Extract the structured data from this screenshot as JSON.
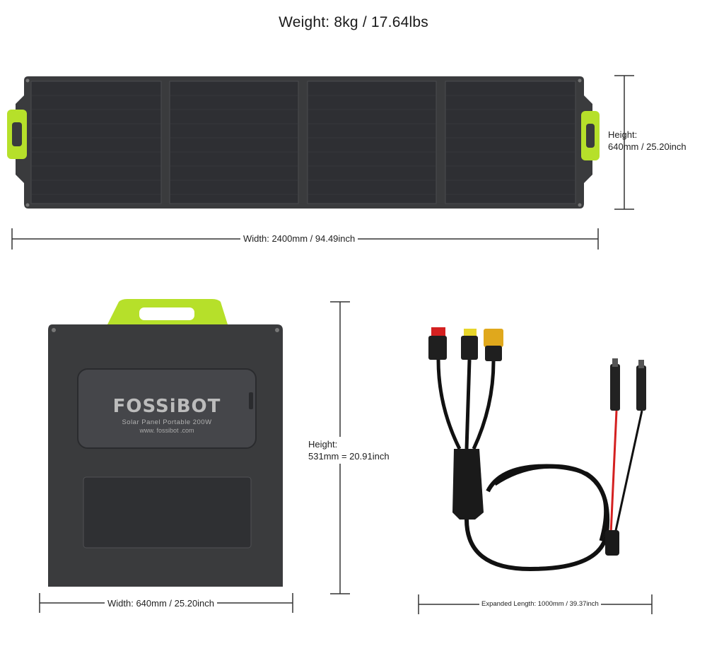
{
  "title": "Weight: 8kg / 17.64lbs",
  "top_panel": {
    "height_label": "Height:",
    "height_value": "640mm / 25.20inch",
    "width_label": "Width: 2400mm / 94.49inch"
  },
  "folded_panel": {
    "brand": "FOSSiBOT",
    "subtitle": "Solar Panel Portable 200W",
    "website": "www. fossibot .com",
    "height_label": "Height:",
    "height_value": "531mm = 20.91inch",
    "width_label": "Width: 640mm / 25.20inch"
  },
  "cable": {
    "length_label": "Expanded Length: 1000mm / 39.37inch"
  },
  "colors": {
    "panel": "#3a3b3d",
    "cell": "#2f3033",
    "handle": "#b6e02a",
    "cable_red": "#d42020"
  }
}
